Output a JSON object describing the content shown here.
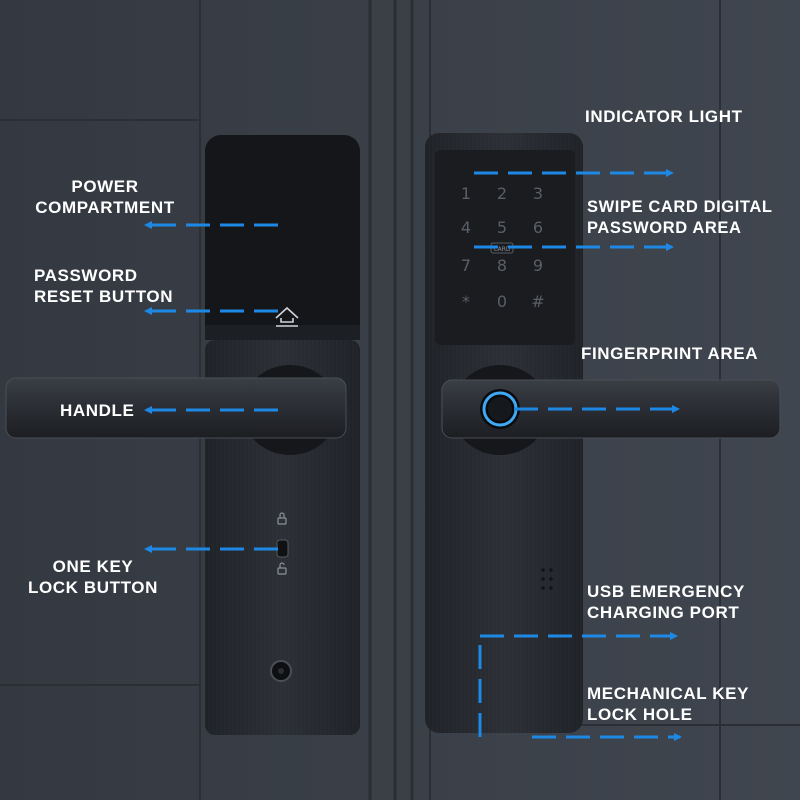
{
  "labels": {
    "power_compartment": [
      "POWER",
      "COMPARTMENT"
    ],
    "password_reset": [
      "PASSWORD",
      "RESET BUTTON"
    ],
    "handle": [
      "HANDLE"
    ],
    "one_key_lock": [
      "ONE KEY",
      "LOCK BUTTON"
    ],
    "indicator_light": [
      "INDICATOR LIGHT"
    ],
    "swipe_card": [
      "SWIPE CARD DIGITAL",
      "PASSWORD AREA"
    ],
    "fingerprint": [
      "FINGERPRINT AREA"
    ],
    "usb_port": [
      "USB EMERGENCY",
      "CHARGING PORT"
    ],
    "mechanical_key": [
      "MECHANICAL KEY",
      "LOCK HOLE"
    ]
  },
  "keypad": {
    "keys": [
      "1",
      "2",
      "3",
      "4",
      "5",
      "6",
      "7",
      "8",
      "9",
      "*",
      "0",
      "#"
    ],
    "card_label": "CARD"
  },
  "colors": {
    "arrow": "#1e88e5",
    "background": "#3a3f47",
    "lock_body": "#24272c",
    "fingerprint_ring": "#3fa9f5"
  },
  "icons": [
    "up-arrow-icon",
    "lock-icon",
    "unlock-icon",
    "keyhole-icon",
    "fingerprint-sensor-icon"
  ]
}
